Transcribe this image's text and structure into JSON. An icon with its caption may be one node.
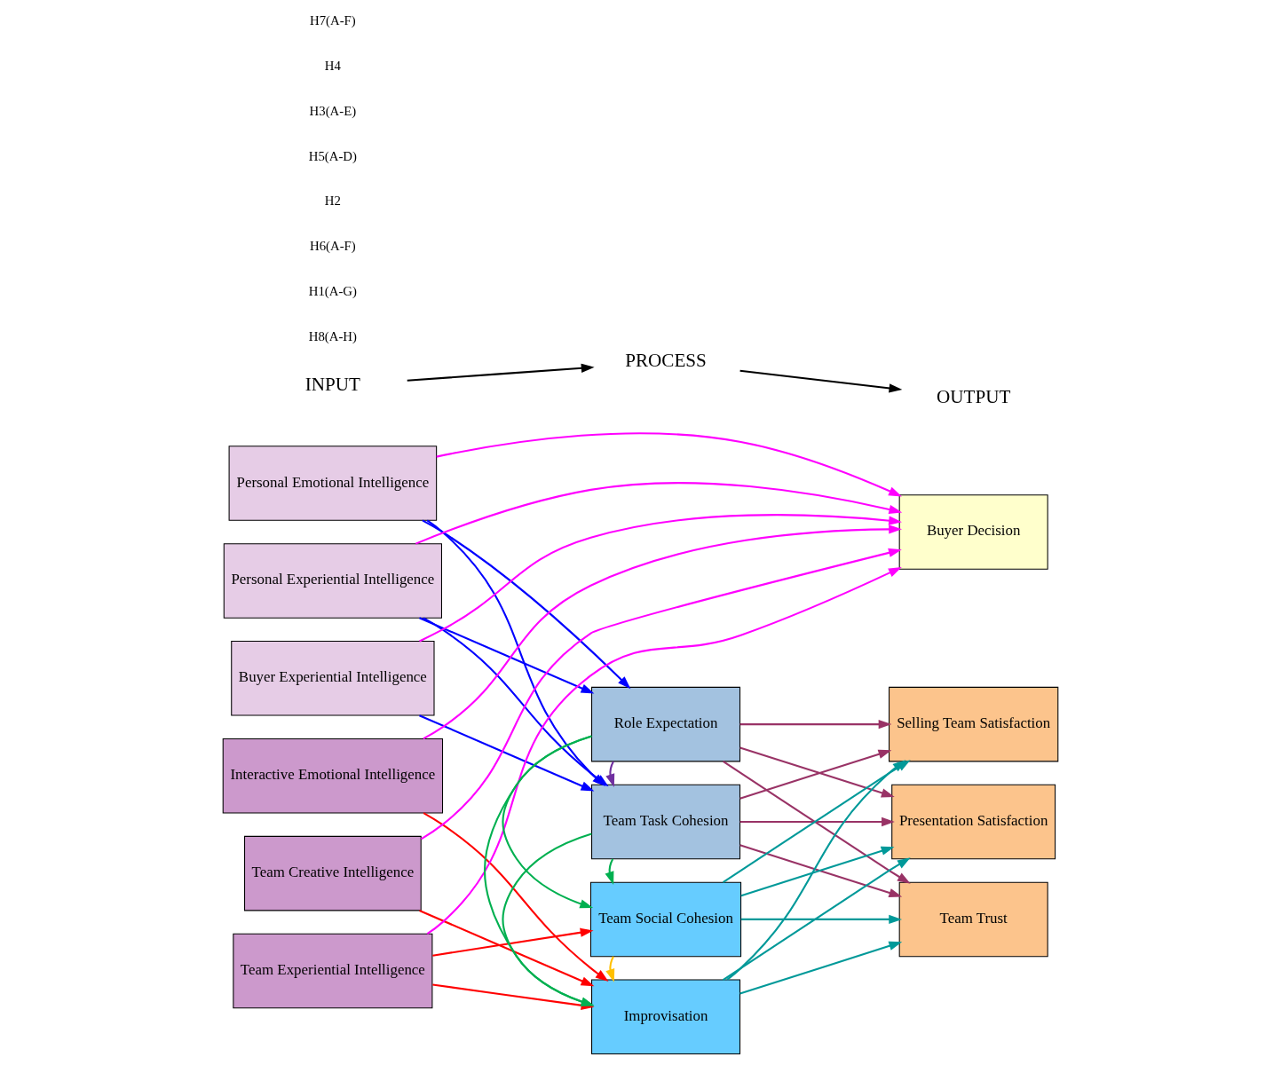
{
  "diagram": {
    "nodes": [
      {
        "text": [
          "INPUT"
        ]
      },
      {
        "text": [
          "PROCESS"
        ]
      },
      {
        "text": [
          "OUTPUT"
        ]
      },
      {
        "text": [
          "Personal Emotional Intelligence"
        ]
      },
      {
        "text": [
          "Personal Experiential Intelligence"
        ]
      },
      {
        "text": [
          "Buyer Experiential Intelligence"
        ]
      },
      {
        "text": [
          "Interactive Emotional Intelligence"
        ]
      },
      {
        "text": [
          "Team Creative Intelligence"
        ]
      },
      {
        "text": [
          "Team Experiential Intelligence"
        ]
      },
      {
        "text": [
          "Role Expectation"
        ]
      },
      {
        "text": [
          "Team Task Cohesion"
        ]
      },
      {
        "text": [
          "Team Social Cohesion"
        ]
      },
      {
        "text": [
          "Improvisation"
        ]
      },
      {
        "text": [
          "Buyer Decision"
        ]
      },
      {
        "text": [
          "Selling Team Satisfaction"
        ]
      },
      {
        "text": [
          "Presentation Satisfaction"
        ]
      },
      {
        "text": [
          "Team Trust"
        ]
      }
    ],
    "edges": [
      {
        "from": 0,
        "to": 1,
        "arrow": "to",
        "color": "#000000"
      },
      {
        "from": 1,
        "to": 2,
        "arrow": "to",
        "color": "#000000"
      },
      {
        "from": 3,
        "to": 13,
        "arrow": "to",
        "color": "#ff00ff"
      },
      {
        "from": 4,
        "to": 13,
        "arrow": "to",
        "color": "#ff00ff"
      },
      {
        "from": 5,
        "to": 13,
        "arrow": "to",
        "color": "#ff00ff"
      },
      {
        "from": 6,
        "to": 13,
        "arrow": "to",
        "color": "#ff00ff"
      },
      {
        "from": 7,
        "to": 13,
        "arrow": "to",
        "color": "#ff00ff"
      },
      {
        "from": 8,
        "to": 13,
        "arrow": "to",
        "color": "#ff00ff"
      },
      {
        "from": 3,
        "to": 9,
        "arrow": "to",
        "color": "#0000ff"
      },
      {
        "from": 3,
        "to": 10,
        "arrow": "to",
        "color": "#0000ff"
      },
      {
        "from": 4,
        "to": 9,
        "arrow": "to",
        "color": "#0000ff"
      },
      {
        "from": 4,
        "to": 10,
        "arrow": "to",
        "color": "#0000ff"
      },
      {
        "from": 5,
        "to": 10,
        "arrow": "to",
        "color": "#0000ff"
      },
      {
        "from": 9,
        "to": 10,
        "arrow": "to",
        "color": "#7030a0"
      },
      {
        "from": 9,
        "to": 11,
        "arrow": "to",
        "color": "#00b050"
      },
      {
        "from": 9,
        "to": 12,
        "arrow": "to",
        "color": "#00b050"
      },
      {
        "from": 10,
        "to": 11,
        "arrow": "to",
        "color": "#00b050"
      },
      {
        "from": 10,
        "to": 12,
        "arrow": "to",
        "color": "#00b050"
      },
      {
        "from": 11,
        "to": 12,
        "arrow": "to",
        "color": "#ffc000"
      },
      {
        "from": 6,
        "to": 12,
        "arrow": "to",
        "color": "#ff0000"
      },
      {
        "from": 7,
        "to": 12,
        "arrow": "to",
        "color": "#ff0000"
      },
      {
        "from": 8,
        "to": 11,
        "arrow": "to",
        "color": "#ff0000"
      },
      {
        "from": 8,
        "to": 12,
        "arrow": "to",
        "color": "#ff0000"
      },
      {
        "from": 9,
        "to": 14,
        "arrow": "to",
        "color": "#993366"
      },
      {
        "from": 9,
        "to": 15,
        "arrow": "to",
        "color": "#993366"
      },
      {
        "from": 9,
        "to": 16,
        "arrow": "to",
        "color": "#993366"
      },
      {
        "from": 10,
        "to": 14,
        "arrow": "to",
        "color": "#993366"
      },
      {
        "from": 10,
        "to": 15,
        "arrow": "to",
        "color": "#993366"
      },
      {
        "from": 10,
        "to": 16,
        "arrow": "to",
        "color": "#993366"
      },
      {
        "from": 11,
        "to": 14,
        "arrow": "to",
        "color": "#009999"
      },
      {
        "from": 11,
        "to": 15,
        "arrow": "to",
        "color": "#009999"
      },
      {
        "from": 11,
        "to": 16,
        "arrow": "to",
        "color": "#009999"
      },
      {
        "from": 12,
        "to": 14,
        "arrow": "to",
        "color": "#009999"
      },
      {
        "from": 12,
        "to": 15,
        "arrow": "to",
        "color": "#009999"
      },
      {
        "from": 12,
        "to": 16,
        "arrow": "to",
        "color": "#009999"
      }
    ],
    "labels": [
      "H8(A-H)",
      "H1(A-G)",
      "H6(A-F)",
      "H2",
      "H5(A-D)",
      "H3(A-E)",
      "H4",
      "H7(A-F)"
    ]
  }
}
